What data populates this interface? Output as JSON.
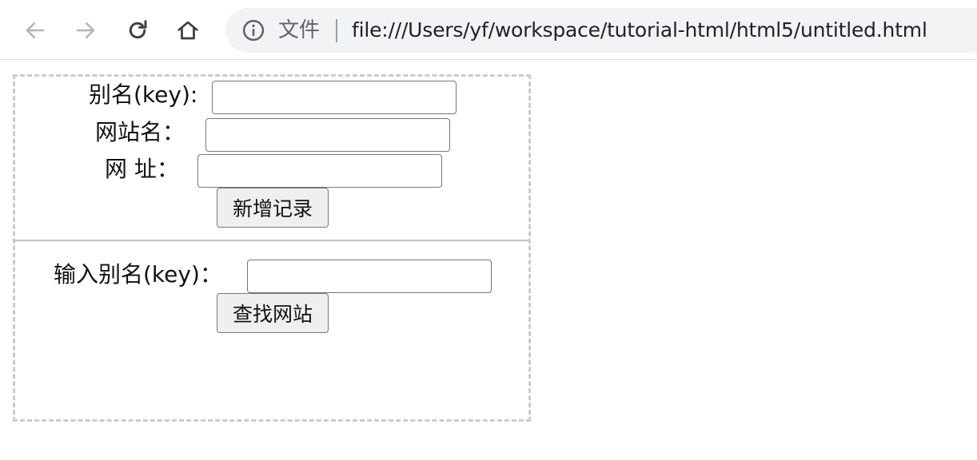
{
  "browser": {
    "scheme_label": "文件",
    "url": "file:///Users/yf/workspace/tutorial-html/html5/untitled.html"
  },
  "form": {
    "key_label": "别名(key):",
    "key_value": "",
    "site_name_label": "网站名：",
    "site_name_value": "",
    "url_label": "网 址：",
    "url_value": "",
    "add_button": "新增记录"
  },
  "search": {
    "key_label": "输入别名(key)：",
    "key_value": "",
    "find_button": "查找网站"
  }
}
